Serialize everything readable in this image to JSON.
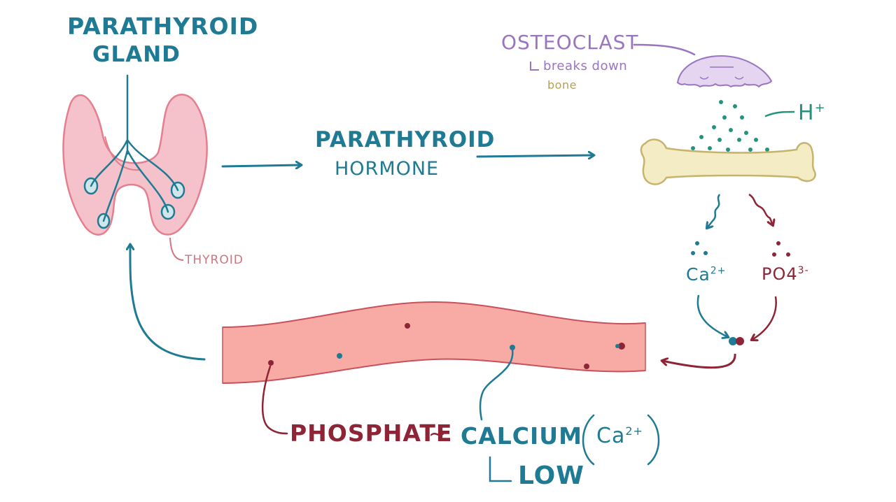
{
  "labels": {
    "parathyroid_gland_line1": "PARATHYROID",
    "parathyroid_gland_line2": "GLAND",
    "hormone_line1": "PARATHYROID",
    "hormone_line2": "HORMONE",
    "thyroid": "THYROID",
    "osteoclast": "OSTEOCLAST",
    "breaks_down": "breaks down",
    "bone": "bone",
    "h_ion": "H",
    "h_charge": "+",
    "calcium_ion": "Ca",
    "calcium_charge": "2+",
    "phosphate_ion": "PO",
    "phosphate_sub": "4",
    "phosphate_charge": "3-",
    "phosphate": "PHOSPHATE",
    "tilde": "~",
    "calcium": "CALCIUM",
    "calcium_paren_ion": "Ca",
    "calcium_paren_charge": "2+",
    "low": "LOW"
  },
  "colors": {
    "blue": "#1f7a93",
    "maroon": "#8e2536",
    "purple": "#9a75bf",
    "olive": "#b3a05b",
    "pink_gland": "#f5c2cb",
    "vessel": "#f8aaa5",
    "bone": "#f3ecc4",
    "teal": "#24937d"
  }
}
